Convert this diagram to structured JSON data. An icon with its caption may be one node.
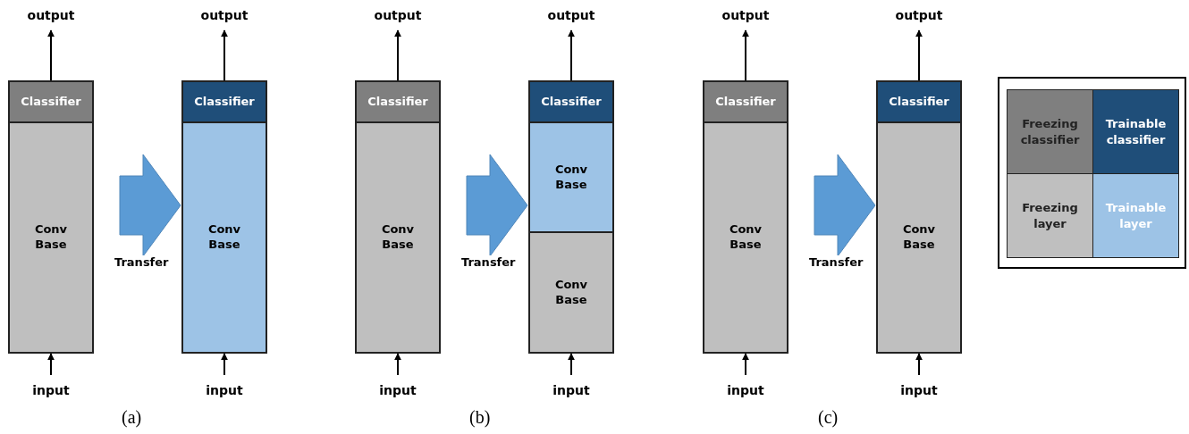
{
  "diagram": {
    "nodes": [
      {
        "text": [
          "output"
        ]
      },
      {
        "text": [
          "Classifier"
        ]
      },
      {
        "text": [
          "Conv Base"
        ]
      },
      {
        "text": [
          "input"
        ]
      },
      {
        "text": [
          "output"
        ]
      },
      {
        "text": [
          "Classifier"
        ]
      },
      {
        "text": [
          "Conv Base"
        ]
      },
      {
        "text": [
          "input"
        ]
      },
      {
        "text": [
          "output"
        ]
      },
      {
        "text": [
          "Classifier"
        ]
      },
      {
        "text": [
          "Conv Base"
        ]
      },
      {
        "text": [
          "input"
        ]
      },
      {
        "text": [
          "output"
        ]
      },
      {
        "text": [
          "Classifier"
        ]
      },
      {
        "text": [
          "Conv Base"
        ]
      },
      {
        "text": [
          "Conv Base"
        ]
      },
      {
        "text": [
          "input"
        ]
      },
      {
        "text": [
          "output"
        ]
      },
      {
        "text": [
          "Classifier"
        ]
      },
      {
        "text": [
          "Conv Base"
        ]
      },
      {
        "text": [
          "input"
        ]
      },
      {
        "text": [
          "output"
        ]
      },
      {
        "text": [
          "Classifier"
        ]
      },
      {
        "text": [
          "Conv Base"
        ]
      },
      {
        "text": [
          "input"
        ]
      }
    ],
    "edges": [
      {
        "from": 3,
        "to": 2,
        "arrow": "to"
      },
      {
        "from": 1,
        "to": 0,
        "arrow": "to"
      },
      {
        "from": 7,
        "to": 6,
        "arrow": "to"
      },
      {
        "from": 5,
        "to": 4,
        "arrow": "to"
      },
      {
        "from": 11,
        "to": 10,
        "arrow": "to"
      },
      {
        "from": 9,
        "to": 8,
        "arrow": "to"
      },
      {
        "from": 16,
        "to": 15,
        "arrow": "to"
      },
      {
        "from": 13,
        "to": 12,
        "arrow": "to"
      },
      {
        "from": 20,
        "to": 19,
        "arrow": "to"
      },
      {
        "from": 18,
        "to": 17,
        "arrow": "to"
      },
      {
        "from": 24,
        "to": 23,
        "arrow": "to"
      },
      {
        "from": 22,
        "to": 21,
        "arrow": "to"
      },
      {
        "from": 2,
        "to": 6,
        "arrow": "to",
        "label": "Transfer",
        "style": "thick",
        "color": "#5b9bd5"
      },
      {
        "from": 10,
        "to": 14,
        "arrow": "to",
        "label": "Transfer",
        "style": "thick",
        "color": "#5b9bd5"
      },
      {
        "from": 19,
        "to": 23,
        "arrow": "to",
        "label": "Transfer",
        "style": "thick",
        "color": "#5b9bd5"
      }
    ],
    "labels": [
      "(a)",
      "(b)",
      "(c)"
    ],
    "legend": [
      {
        "text": "Freezing classifier",
        "color": "#7f7f7f"
      },
      {
        "text": "Trainable classifier",
        "color": "#1f4e79"
      },
      {
        "text": "Freezing layer",
        "color": "#bfbfbf"
      },
      {
        "text": "Trainable layer",
        "color": "#9dc3e6"
      }
    ]
  }
}
